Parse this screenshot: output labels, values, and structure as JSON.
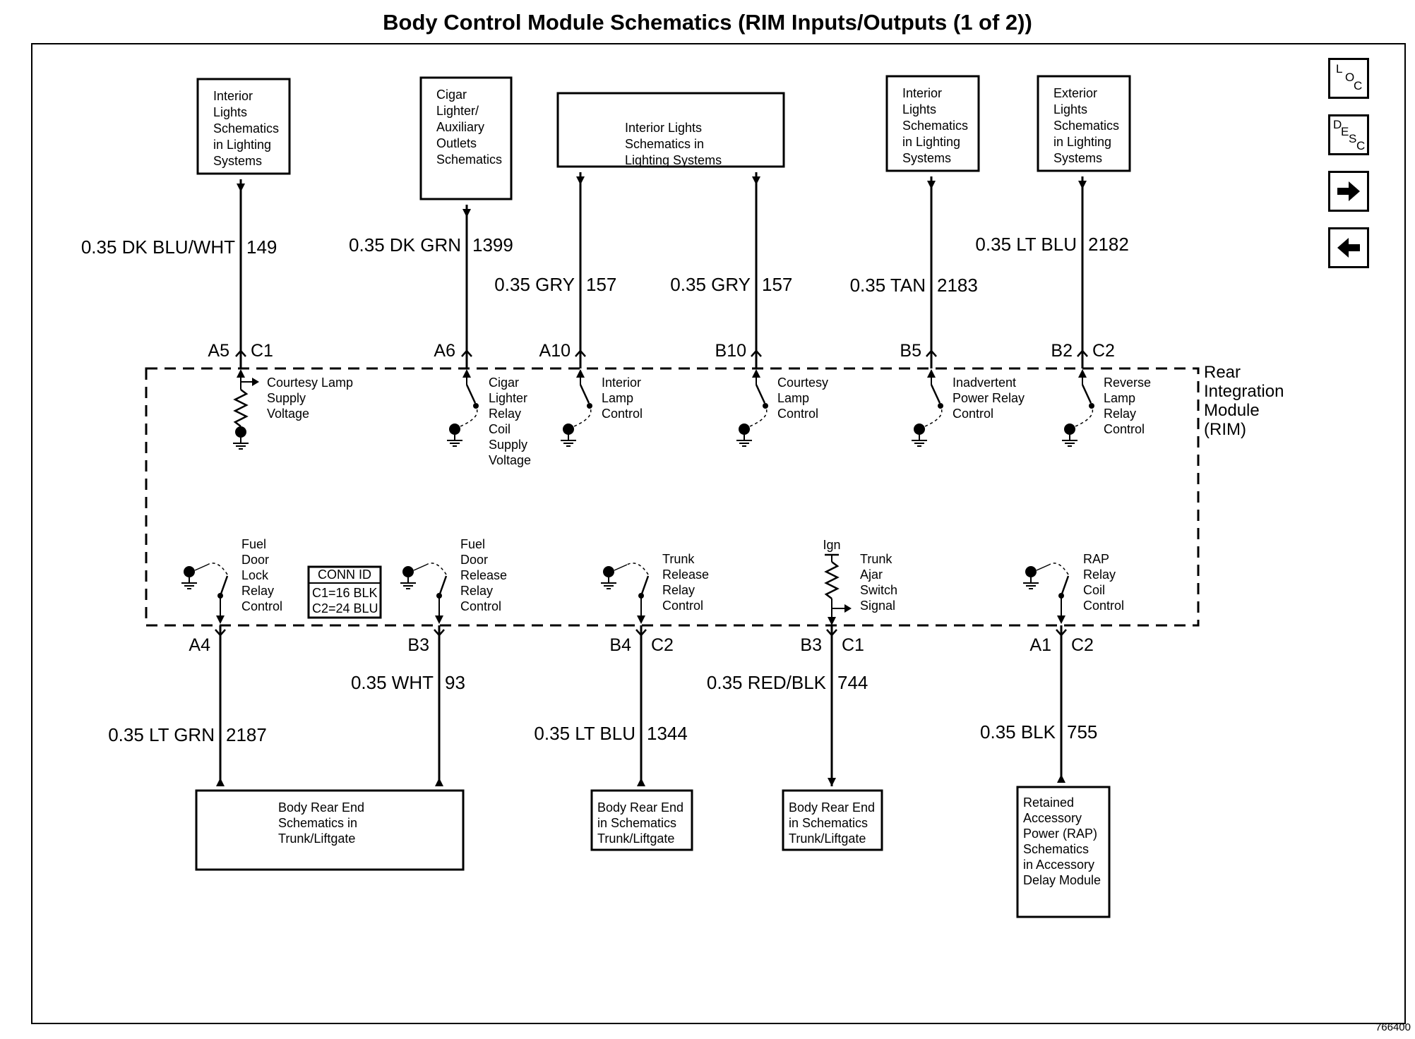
{
  "title": "Body Control Module Schematics (RIM Inputs/Outputs (1 of 2))",
  "figure_id": "766400",
  "nav": {
    "loc": [
      "L",
      "O",
      "C"
    ],
    "desc": [
      "D",
      "E",
      "S",
      "C"
    ],
    "next": "next-arrow-icon",
    "prev": "back-arrow-icon"
  },
  "module": {
    "lines": [
      "Rear",
      "Integration",
      "Module",
      "(RIM)"
    ]
  },
  "conn_id": {
    "header": "CONN ID",
    "c1": "C1=16 BLK",
    "c2": "C2=24 BLU"
  },
  "top_boxes": [
    {
      "lines": [
        "Interior",
        "Lights",
        "Schematics",
        "in Lighting",
        "Systems"
      ]
    },
    {
      "lines": [
        "Cigar",
        "Lighter/",
        "Auxiliary",
        "Outlets",
        "Schematics"
      ]
    },
    {
      "lines": [
        "Interior Lights",
        "Schematics in",
        "Lighting Systems"
      ]
    },
    {
      "lines": [
        "Interior",
        "Lights",
        "Schematics",
        "in Lighting",
        "Systems"
      ]
    },
    {
      "lines": [
        "Exterior",
        "Lights",
        "Schematics",
        "in Lighting",
        "Systems"
      ]
    }
  ],
  "bottom_boxes": [
    {
      "lines": [
        "Body Rear End",
        "Schematics in",
        "Trunk/Liftgate"
      ]
    },
    {
      "lines": [
        "Body Rear End",
        "in Schematics",
        "Trunk/Liftgate"
      ]
    },
    {
      "lines": [
        "Body Rear End",
        "in Schematics",
        "Trunk/Liftgate"
      ]
    },
    {
      "lines": [
        "Retained",
        "Accessory",
        "Power (RAP)",
        "Schematics",
        "in Accessory",
        "Delay Module"
      ]
    }
  ],
  "top_circuits": [
    {
      "pin": "A5",
      "conn": "C1",
      "wire": "0.35 DK BLU/WHT",
      "circuit": "149",
      "label": [
        "Courtesy Lamp",
        "Supply",
        "Voltage"
      ]
    },
    {
      "pin": "A6",
      "conn": "",
      "wire": "0.35 DK GRN",
      "circuit": "1399",
      "label": [
        "Cigar",
        "Lighter",
        "Relay",
        "Coil",
        "Supply",
        "Voltage"
      ]
    },
    {
      "pin": "A10",
      "conn": "",
      "wire": "0.35 GRY",
      "circuit": "157",
      "label": [
        "Interior",
        "Lamp",
        "Control"
      ]
    },
    {
      "pin": "B10",
      "conn": "",
      "wire": "0.35 GRY",
      "circuit": "157",
      "label": [
        "Courtesy",
        "Lamp",
        "Control"
      ]
    },
    {
      "pin": "B5",
      "conn": "",
      "wire": "0.35 TAN",
      "circuit": "2183",
      "label": [
        "Inadvertent",
        "Power Relay",
        "Control"
      ]
    },
    {
      "pin": "B2",
      "conn": "C2",
      "wire": "0.35 LT BLU",
      "circuit": "2182",
      "label": [
        "Reverse",
        "Lamp",
        "Relay",
        "Control"
      ]
    }
  ],
  "bottom_circuits": [
    {
      "pin": "A4",
      "conn": "",
      "wire": "0.35 LT GRN",
      "circuit": "2187",
      "label": [
        "Fuel",
        "Door",
        "Lock",
        "Relay",
        "Control"
      ]
    },
    {
      "pin": "B3",
      "conn": "",
      "wire": "0.35 WHT",
      "circuit": "93",
      "label": [
        "Fuel",
        "Door",
        "Release",
        "Relay",
        "Control"
      ]
    },
    {
      "pin": "B4",
      "conn": "C2",
      "wire": "0.35 LT BLU",
      "circuit": "1344",
      "label": [
        "Trunk",
        "Release",
        "Relay",
        "Control"
      ]
    },
    {
      "pin": "B3",
      "conn": "C1",
      "wire": "0.35 RED/BLK",
      "circuit": "744",
      "label": [
        "Trunk",
        "Ajar",
        "Switch",
        "Signal"
      ],
      "ign": "Ign"
    },
    {
      "pin": "A1",
      "conn": "C2",
      "wire": "0.35 BLK",
      "circuit": "755",
      "label": [
        "RAP",
        "Relay",
        "Coil",
        "Control"
      ]
    }
  ]
}
